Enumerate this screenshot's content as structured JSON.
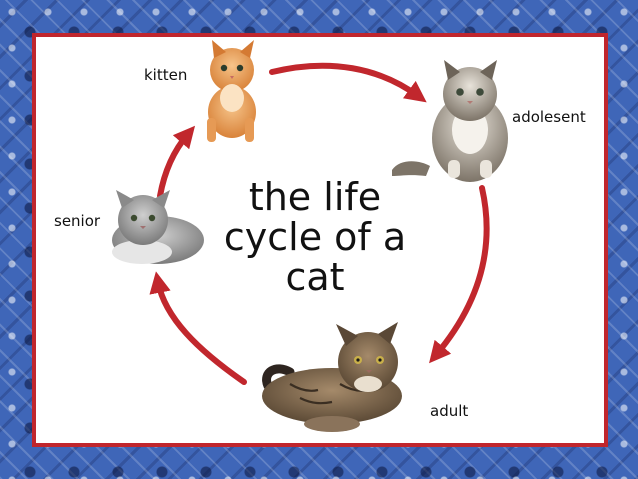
{
  "diagram": {
    "title_lines": [
      "the life",
      "cycle of a",
      "cat"
    ],
    "stages": {
      "kitten": "kitten",
      "adolescent": "adolesent",
      "adult": "adult",
      "senior": "senior"
    }
  },
  "colors": {
    "arrow": "#c1272d",
    "frame": "#c0262d",
    "background": "#3f66b8"
  }
}
